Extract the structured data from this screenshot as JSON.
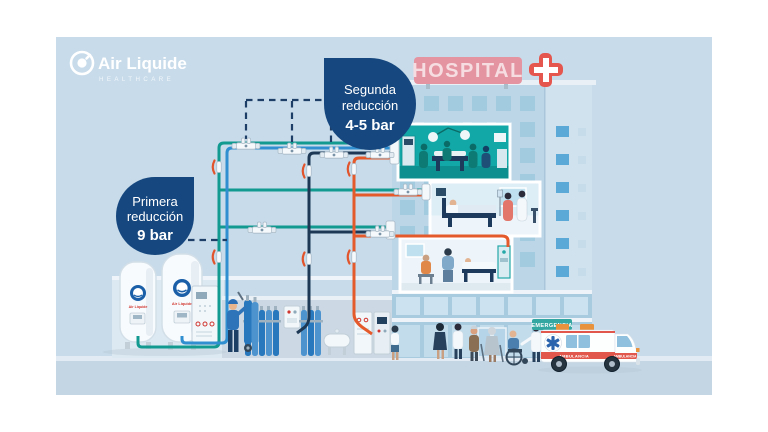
{
  "brand": {
    "name": "Air Liquide",
    "division": "HEALTHCARE"
  },
  "badges": {
    "first_reduction": {
      "line1": "Primera",
      "line2": "reducción",
      "value": "9 bar"
    },
    "second_reduction": {
      "line1": "Segunda",
      "line2": "reducción",
      "value": "4-5 bar"
    }
  },
  "hospital": {
    "sign": "HOSPITAL",
    "emergency_sign": "EMERGENCIA"
  },
  "ambulance": {
    "side_label": "AMBULANCIA",
    "front_label": "AMBULANCIA"
  },
  "tanks": {
    "brand_label": "Air Liquide"
  },
  "icons": {
    "medical_cross": "red-cross",
    "star_of_life": "six-point-star",
    "logo_mark": "air-liquide-ring"
  },
  "colors": {
    "background": "#c7dbea",
    "badge_navy": "#16477e",
    "pipe_teal": "#129a91",
    "pipe_blue": "#2f8fd0",
    "pipe_navy": "#1d3854",
    "pipe_orange": "#e55a2b",
    "valve_red": "#e2552c",
    "hospital_sign_pink": "#e494a0",
    "cross_red": "#e4564e",
    "ambulance_red": "#e2574c",
    "emergency_teal": "#35a7a2",
    "cylinder_blue": "#2878be",
    "inset_teal": "#13a8a8"
  }
}
